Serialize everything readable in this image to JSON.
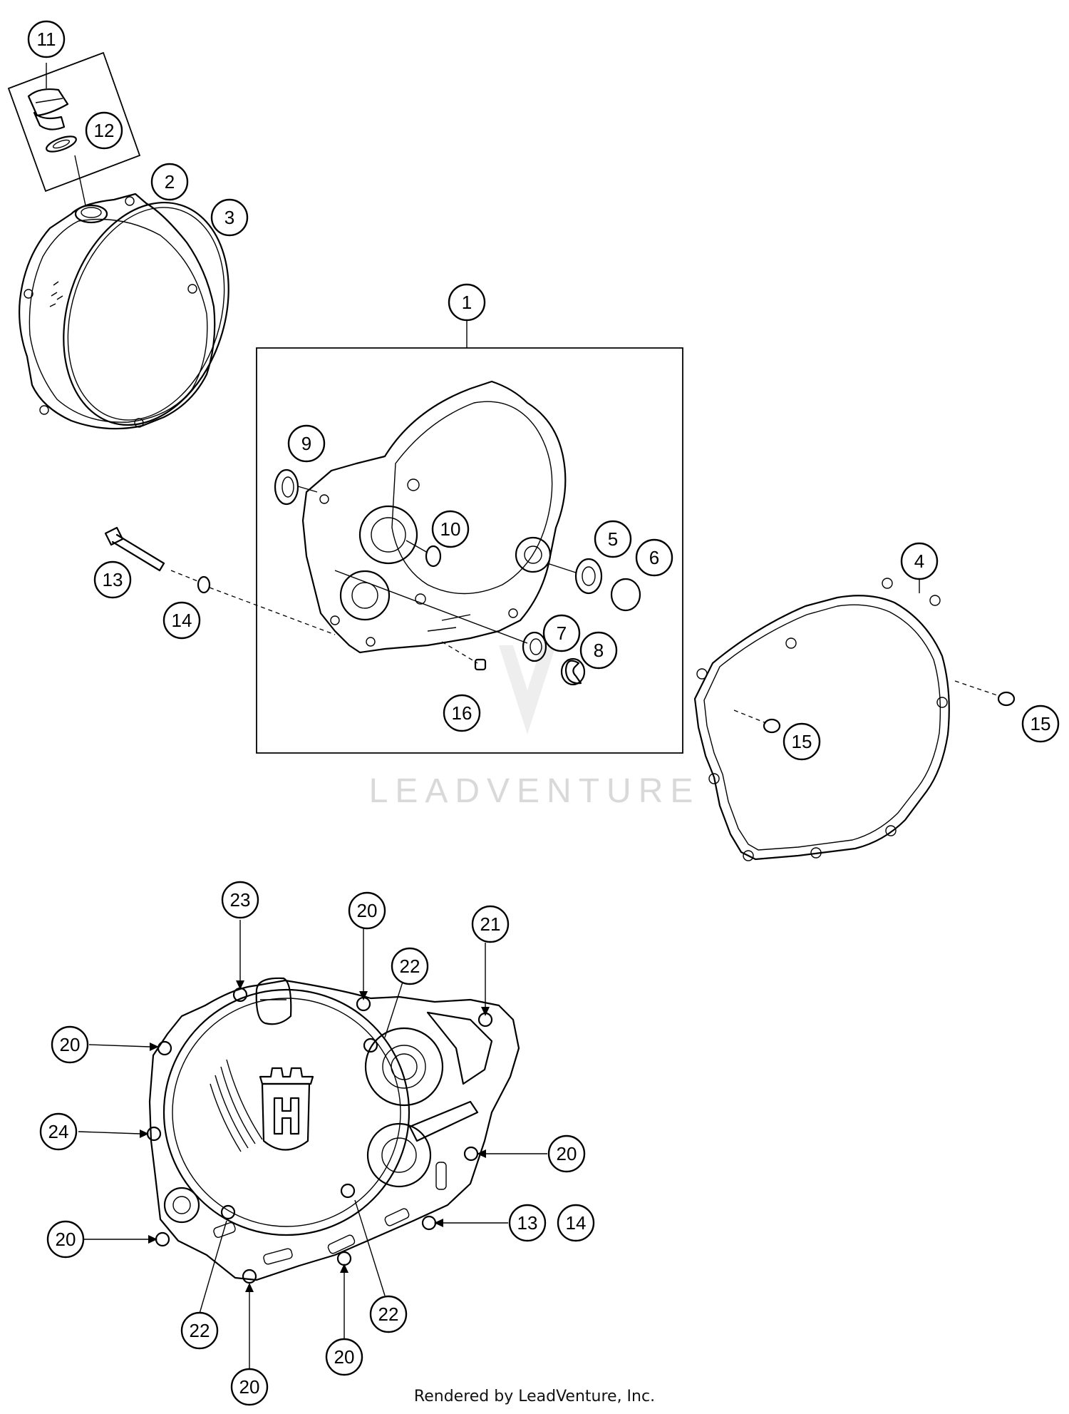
{
  "footer": "Rendered by LeadVenture, Inc.",
  "watermark": "LEADVENTURE",
  "callouts": {
    "c1": "1",
    "c2": "2",
    "c3": "3",
    "c4": "4",
    "c5": "5",
    "c6": "6",
    "c7": "7",
    "c8": "8",
    "c9": "9",
    "c10": "10",
    "c11": "11",
    "c12": "12",
    "c13a": "13",
    "c14a": "14",
    "c15a": "15",
    "c15b": "15",
    "c16": "16",
    "c23": "23",
    "c20a": "20",
    "c22a": "22",
    "c21": "21",
    "c20b": "20",
    "c24": "24",
    "c20c": "20",
    "c20d": "20",
    "c13b": "13",
    "c14b": "14",
    "c22b": "22",
    "c22c": "22",
    "c20e": "20",
    "c20f": "20"
  }
}
